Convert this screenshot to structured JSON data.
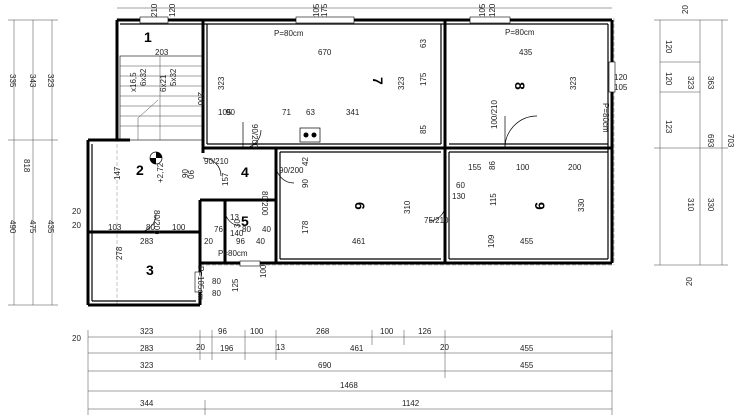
{
  "rooms": [
    {
      "id": "1",
      "label": "1"
    },
    {
      "id": "2",
      "label": "2"
    },
    {
      "id": "3",
      "label": "3"
    },
    {
      "id": "4",
      "label": "4"
    },
    {
      "id": "5",
      "label": "5"
    },
    {
      "id": "6",
      "label": "6"
    },
    {
      "id": "7",
      "label": "7"
    },
    {
      "id": "8",
      "label": "8"
    },
    {
      "id": "9",
      "label": "9"
    }
  ],
  "elevation": "+2,72",
  "window_labels": {
    "w7_top": "P=80cm",
    "w8_top": "P=80cm",
    "w8_side": "P=80cm",
    "w4_bottom": "P=80cm",
    "w3_side": "P=105cm"
  },
  "door_labels": {
    "d8": "100/210",
    "d7": "90/200",
    "d4a": "90/210",
    "d6": "90/200",
    "d5": "80/200",
    "d2": "80/200",
    "d9": "75/210"
  },
  "stairs": {
    "a": "6x32",
    "b": "x16,5",
    "c": "5x32",
    "d": "6x21",
    "e": "200"
  },
  "top_dims": {
    "a": "210",
    "b": "120",
    "c": "175",
    "d": "105",
    "e": "120",
    "f": "105"
  },
  "inner_dims": {
    "r1_w": "203",
    "r7_w": "670",
    "r7_h": "323",
    "r7_h2": "323",
    "r7_63": "63",
    "r7_175": "175",
    "r7_85": "85",
    "r8_w": "435",
    "r8_h": "323",
    "r8_120": "120",
    "r8_105": "105",
    "b105": "105",
    "b90": "90",
    "b71": "71",
    "b63": "63",
    "b341": "341",
    "r4_157": "157",
    "r4_90": "90",
    "r4_42": "42",
    "r4_90b": "90",
    "r6_178": "178",
    "r6_461": "461",
    "r6_310": "310",
    "r9_155": "155",
    "r9_86": "86",
    "r9_100": "100",
    "r9_200": "200",
    "r9_60": "60",
    "r9_130": "130",
    "r9_115": "115",
    "r9_330": "330",
    "r9_109": "109",
    "r9_455": "455",
    "r2_147": "147",
    "r2_90": "90",
    "r3_103": "103",
    "r3_80": "80",
    "r3_100": "100",
    "r3_283": "283",
    "r3_278": "278",
    "r3_20": "20",
    "r5_13": "13",
    "r5_140": "140",
    "r5_40": "40",
    "r5_76": "76",
    "r5_80": "80",
    "r5_20": "20",
    "r5_96": "96",
    "r5_40b": "40",
    "w_80a": "80",
    "w_80b": "80",
    "w_125": "125",
    "w_100": "100",
    "w_30": "30"
  },
  "left_dims": {
    "a": "335",
    "b": "343",
    "c": "323",
    "d": "818",
    "e": "490",
    "f": "475",
    "g": "435",
    "h": "20"
  },
  "right_dims": {
    "a": "20",
    "b": "120",
    "c": "120",
    "d": "123",
    "e": "323",
    "f": "363",
    "g": "693",
    "h": "703",
    "i": "310",
    "j": "330",
    "k": "20"
  },
  "bottom_rows": [
    [
      "323",
      "96",
      "100",
      "268",
      "100",
      "126"
    ],
    [
      "283",
      "20",
      "196",
      "13",
      "461",
      "20",
      "455"
    ],
    [
      "323",
      "690",
      "455"
    ],
    [
      "1468"
    ],
    [
      "344",
      "1142"
    ]
  ],
  "bottom_left": "20"
}
